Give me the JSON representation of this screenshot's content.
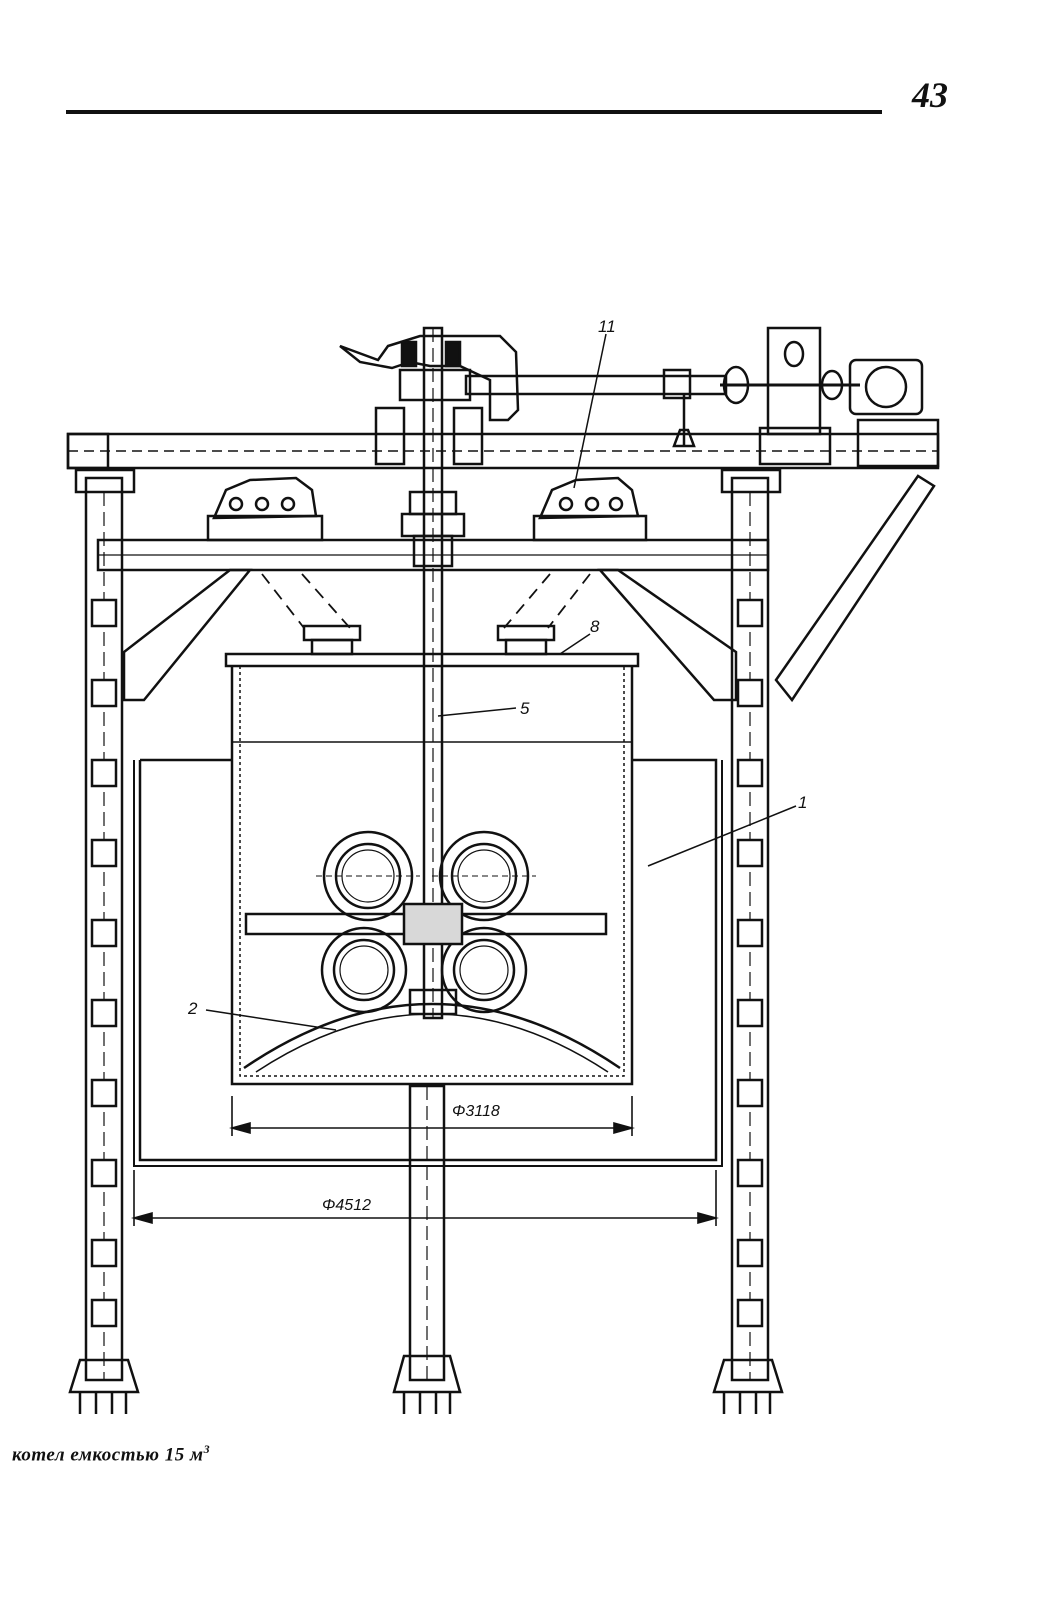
{
  "page": {
    "number": "43"
  },
  "figure": {
    "callouts": {
      "c11": "11",
      "c8": "8",
      "c5": "5",
      "c1": "1",
      "c2": "2"
    },
    "dimensions": {
      "inner_diameter": "Φ3118",
      "outer_diameter": "Φ4512"
    }
  },
  "caption": {
    "text": "котел емкостью 15 м",
    "superscript": "3"
  }
}
